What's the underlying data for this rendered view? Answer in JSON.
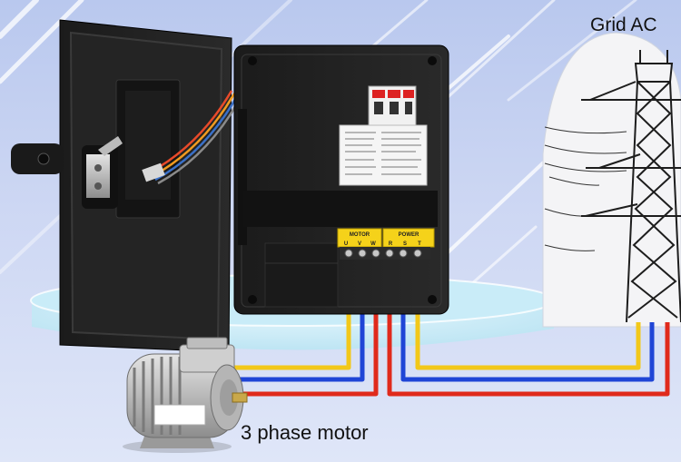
{
  "labels": {
    "grid": "Grid AC",
    "motor": "3 phase motor"
  },
  "terminal_block": {
    "motor_header": "MOTOR",
    "power_header": "POWER",
    "motor_terminals": [
      "U",
      "V",
      "W"
    ],
    "power_terminals": [
      "R",
      "S",
      "T"
    ]
  },
  "wire_colors": {
    "phase_1": "#f2c81a",
    "phase_2": "#1f45d6",
    "phase_3": "#e02a1c"
  },
  "icons": [
    "control-box",
    "breaker",
    "spec-sticker",
    "motor",
    "transmission-tower",
    "platform"
  ]
}
